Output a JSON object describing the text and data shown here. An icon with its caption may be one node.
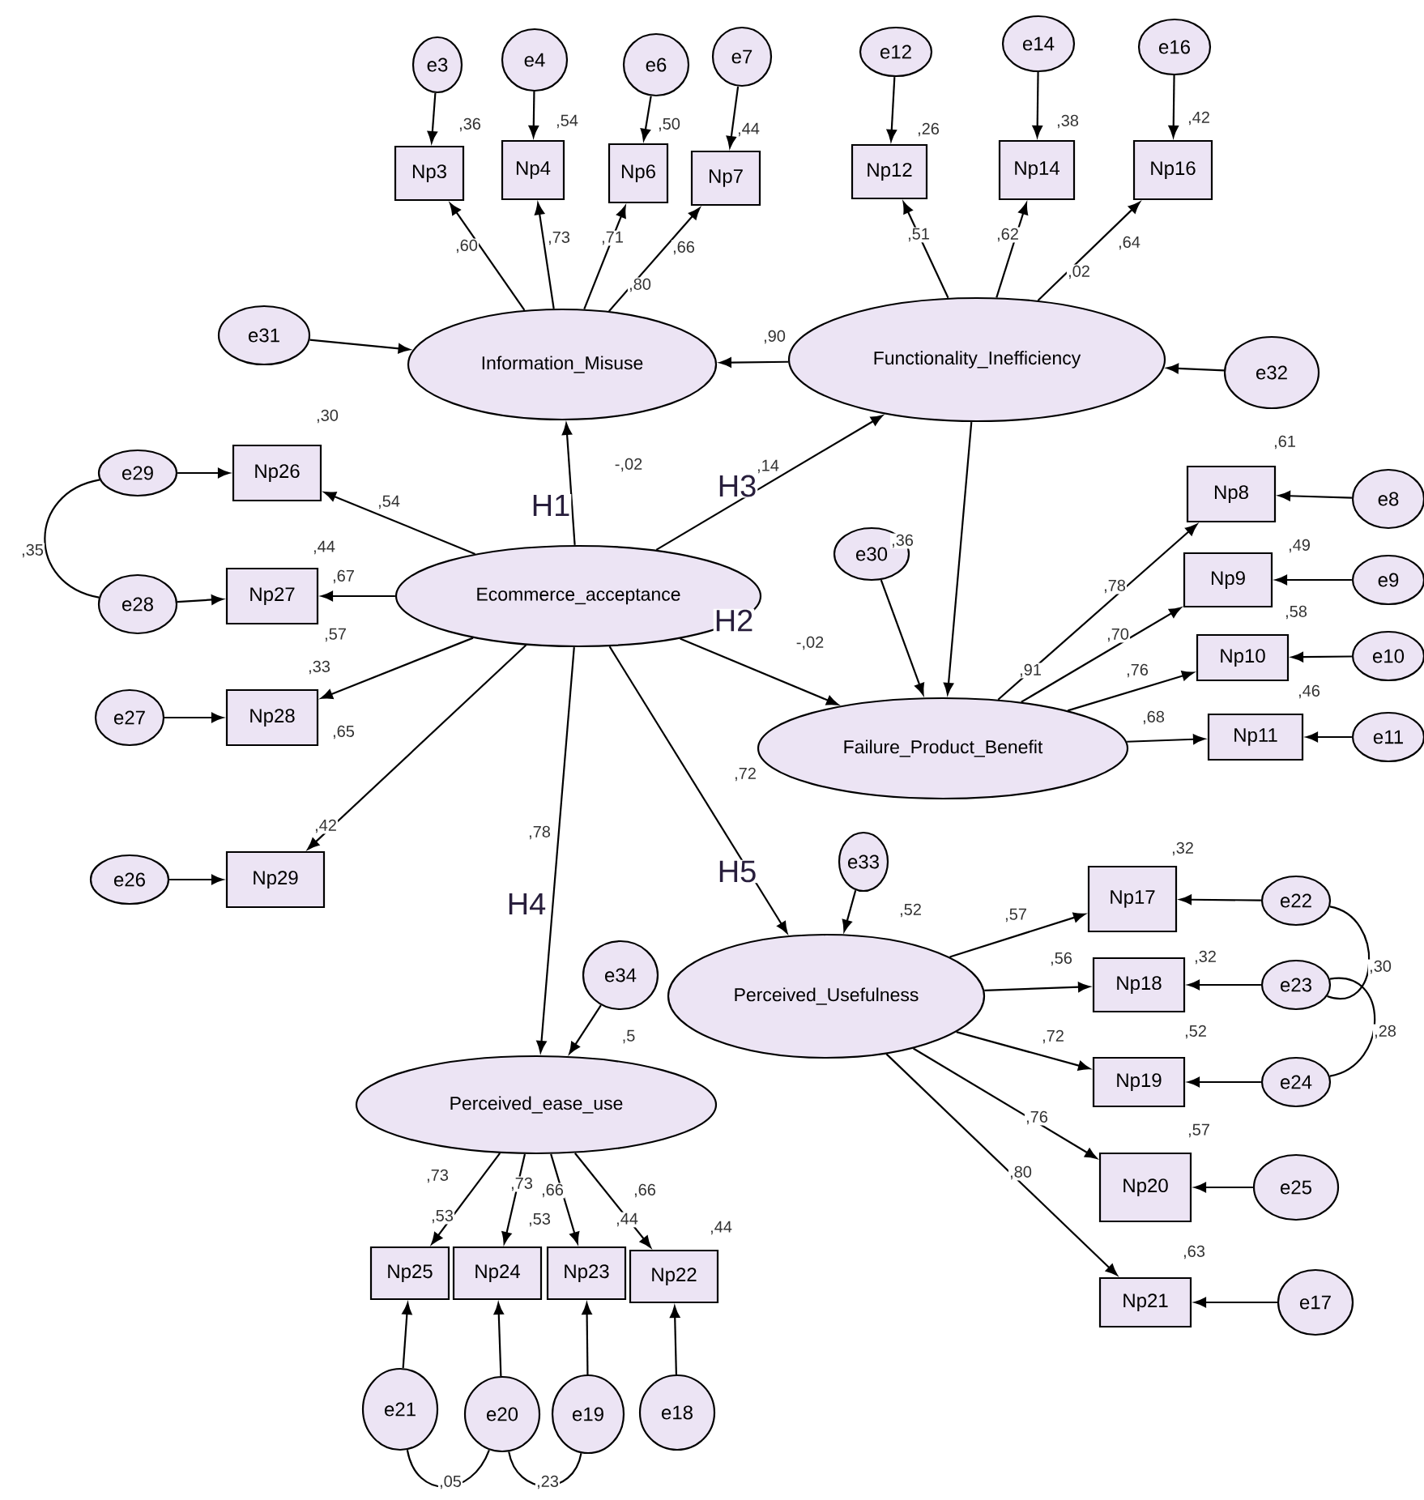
{
  "diagram": {
    "nodes": [
      {
        "text": [
          "Information_Misuse"
        ],
        "beside": [
          ",80"
        ]
      },
      {
        "text": [
          "Functionality_Inefficiency"
        ],
        "beside": [
          ",02"
        ]
      },
      {
        "text": [
          "Ecommerce_acceptance"
        ]
      },
      {
        "text": [
          "Failure_Product_Benefit"
        ],
        "beside": [
          ",91"
        ]
      },
      {
        "text": [
          "Perceived_Usefulness"
        ],
        "beside": [
          ",52"
        ]
      },
      {
        "text": [
          "Perceived_ease_use"
        ],
        "beside": [
          ",5"
        ]
      },
      {
        "text": [
          "Np3"
        ],
        "beside": [
          ",36"
        ]
      },
      {
        "text": [
          "Np4"
        ],
        "beside": [
          ",54"
        ]
      },
      {
        "text": [
          "Np6"
        ],
        "beside": [
          ",50"
        ]
      },
      {
        "text": [
          "Np7"
        ],
        "beside": [
          ",44"
        ]
      },
      {
        "text": [
          "Np12"
        ],
        "beside": [
          ",26"
        ]
      },
      {
        "text": [
          "Np14"
        ],
        "beside": [
          ",38"
        ]
      },
      {
        "text": [
          "Np16"
        ],
        "beside": [
          ",42"
        ]
      },
      {
        "text": [
          "Np26"
        ],
        "beside": [
          ",30"
        ]
      },
      {
        "text": [
          "Np27"
        ],
        "beside": [
          ",44"
        ]
      },
      {
        "text": [
          "Np28"
        ],
        "beside": [
          ",33"
        ]
      },
      {
        "text": [
          "Np29"
        ],
        "beside": [
          ",42"
        ]
      },
      {
        "text": [
          "Np8"
        ],
        "beside": [
          ",61"
        ]
      },
      {
        "text": [
          "Np9"
        ],
        "beside": [
          ",49"
        ]
      },
      {
        "text": [
          "Np10"
        ],
        "beside": [
          ",58"
        ]
      },
      {
        "text": [
          "Np11"
        ],
        "beside": [
          ",46"
        ]
      },
      {
        "text": [
          "Np17"
        ],
        "beside": [
          ",32"
        ]
      },
      {
        "text": [
          "Np18"
        ],
        "beside": [
          ",32"
        ]
      },
      {
        "text": [
          "Np19"
        ],
        "beside": [
          ",52"
        ]
      },
      {
        "text": [
          "Np20"
        ],
        "beside": [
          ",57"
        ]
      },
      {
        "text": [
          "Np21"
        ],
        "beside": [
          ",63"
        ]
      },
      {
        "text": [
          "Np25"
        ],
        "beside": [
          ",53"
        ]
      },
      {
        "text": [
          "Np24"
        ],
        "beside": [
          ",53"
        ]
      },
      {
        "text": [
          "Np23"
        ],
        "beside": [
          ",44"
        ]
      },
      {
        "text": [
          "Np22"
        ],
        "beside": [
          ",44"
        ]
      },
      {
        "text": [
          "e3"
        ]
      },
      {
        "text": [
          "e4"
        ]
      },
      {
        "text": [
          "e6"
        ]
      },
      {
        "text": [
          "e7"
        ]
      },
      {
        "text": [
          "e12"
        ]
      },
      {
        "text": [
          "e14"
        ]
      },
      {
        "text": [
          "e16"
        ]
      },
      {
        "text": [
          "e31"
        ]
      },
      {
        "text": [
          "e32"
        ]
      },
      {
        "text": [
          "e29"
        ]
      },
      {
        "text": [
          "e28"
        ]
      },
      {
        "text": [
          "e27"
        ]
      },
      {
        "text": [
          "e26"
        ]
      },
      {
        "text": [
          "e30"
        ]
      },
      {
        "text": [
          "e8"
        ]
      },
      {
        "text": [
          "e9"
        ]
      },
      {
        "text": [
          "e10"
        ]
      },
      {
        "text": [
          "e11"
        ]
      },
      {
        "text": [
          "e33"
        ]
      },
      {
        "text": [
          "e34"
        ]
      },
      {
        "text": [
          "e22"
        ]
      },
      {
        "text": [
          "e23"
        ]
      },
      {
        "text": [
          "e24"
        ]
      },
      {
        "text": [
          "e25"
        ]
      },
      {
        "text": [
          "e17"
        ]
      },
      {
        "text": [
          "e21"
        ]
      },
      {
        "text": [
          "e20"
        ]
      },
      {
        "text": [
          "e19"
        ]
      },
      {
        "text": [
          "e18"
        ]
      }
    ],
    "edges": [
      {
        "from": 0,
        "to": 6,
        "arrow": "to",
        "label": ",60"
      },
      {
        "from": 0,
        "to": 7,
        "arrow": "to",
        "label": ",73"
      },
      {
        "from": 0,
        "to": 8,
        "arrow": "to",
        "label": ",71"
      },
      {
        "from": 0,
        "to": 9,
        "arrow": "to",
        "label": ",66"
      },
      {
        "from": 1,
        "to": 10,
        "arrow": "to",
        "label": ",51"
      },
      {
        "from": 1,
        "to": 11,
        "arrow": "to",
        "label": ",62"
      },
      {
        "from": 1,
        "to": 12,
        "arrow": "to",
        "label": ",64"
      },
      {
        "from": 2,
        "to": 13,
        "arrow": "to",
        "label": ",54"
      },
      {
        "from": 2,
        "to": 14,
        "arrow": "to",
        "label": ",67"
      },
      {
        "from": 2,
        "to": 15,
        "arrow": "to",
        "label": ",57"
      },
      {
        "from": 2,
        "to": 16,
        "arrow": "to",
        "label": ",65"
      },
      {
        "from": 3,
        "to": 17,
        "arrow": "to",
        "label": ",78"
      },
      {
        "from": 3,
        "to": 18,
        "arrow": "to",
        "label": ",70"
      },
      {
        "from": 3,
        "to": 19,
        "arrow": "to",
        "label": ",76"
      },
      {
        "from": 3,
        "to": 20,
        "arrow": "to",
        "label": ",68"
      },
      {
        "from": 4,
        "to": 21,
        "arrow": "to",
        "label": ",57"
      },
      {
        "from": 4,
        "to": 22,
        "arrow": "to",
        "label": ",56"
      },
      {
        "from": 4,
        "to": 23,
        "arrow": "to",
        "label": ",72"
      },
      {
        "from": 4,
        "to": 24,
        "arrow": "to",
        "label": ",76"
      },
      {
        "from": 4,
        "to": 25,
        "arrow": "to",
        "label": ",80"
      },
      {
        "from": 5,
        "to": 26,
        "arrow": "to",
        "label": ",73"
      },
      {
        "from": 5,
        "to": 27,
        "arrow": "to",
        "label": ",73"
      },
      {
        "from": 5,
        "to": 28,
        "arrow": "to",
        "label": ",66"
      },
      {
        "from": 5,
        "to": 29,
        "arrow": "to",
        "label": ",66"
      },
      {
        "from": 2,
        "to": 0,
        "arrow": "to",
        "label": "-,02"
      },
      {
        "from": 1,
        "to": 0,
        "arrow": "to",
        "label": ",90"
      },
      {
        "from": 2,
        "to": 1,
        "arrow": "to",
        "label": ",14"
      },
      {
        "from": 1,
        "to": 3,
        "arrow": "to",
        "label": ",36"
      },
      {
        "from": 2,
        "to": 3,
        "arrow": "to",
        "label": "-,02"
      },
      {
        "from": 2,
        "to": 4,
        "arrow": "to",
        "label": ",72"
      },
      {
        "from": 2,
        "to": 5,
        "arrow": "to",
        "label": ",78"
      },
      {
        "from": 30,
        "to": 6,
        "arrow": "to"
      },
      {
        "from": 31,
        "to": 7,
        "arrow": "to"
      },
      {
        "from": 32,
        "to": 8,
        "arrow": "to"
      },
      {
        "from": 33,
        "to": 9,
        "arrow": "to"
      },
      {
        "from": 34,
        "to": 10,
        "arrow": "to"
      },
      {
        "from": 35,
        "to": 11,
        "arrow": "to"
      },
      {
        "from": 36,
        "to": 12,
        "arrow": "to"
      },
      {
        "from": 37,
        "to": 0,
        "arrow": "to"
      },
      {
        "from": 38,
        "to": 1,
        "arrow": "to"
      },
      {
        "from": 39,
        "to": 13,
        "arrow": "to"
      },
      {
        "from": 40,
        "to": 14,
        "arrow": "to"
      },
      {
        "from": 41,
        "to": 15,
        "arrow": "to"
      },
      {
        "from": 42,
        "to": 16,
        "arrow": "to"
      },
      {
        "from": 43,
        "to": 3,
        "arrow": "to"
      },
      {
        "from": 44,
        "to": 17,
        "arrow": "to"
      },
      {
        "from": 45,
        "to": 18,
        "arrow": "to"
      },
      {
        "from": 46,
        "to": 19,
        "arrow": "to"
      },
      {
        "from": 47,
        "to": 20,
        "arrow": "to"
      },
      {
        "from": 48,
        "to": 4,
        "arrow": "to"
      },
      {
        "from": 49,
        "to": 5,
        "arrow": "to"
      },
      {
        "from": 50,
        "to": 21,
        "arrow": "to"
      },
      {
        "from": 51,
        "to": 22,
        "arrow": "to"
      },
      {
        "from": 52,
        "to": 23,
        "arrow": "to"
      },
      {
        "from": 53,
        "to": 24,
        "arrow": "to"
      },
      {
        "from": 54,
        "to": 25,
        "arrow": "to"
      },
      {
        "from": 55,
        "to": 26,
        "arrow": "to"
      },
      {
        "from": 56,
        "to": 27,
        "arrow": "to"
      },
      {
        "from": 57,
        "to": 28,
        "arrow": "to"
      },
      {
        "from": 58,
        "to": 29,
        "arrow": "to"
      },
      {
        "from": 39,
        "to": 40,
        "arrow": "none",
        "label": ",35"
      },
      {
        "from": 50,
        "to": 51,
        "arrow": "none",
        "label": ",30"
      },
      {
        "from": 51,
        "to": 52,
        "arrow": "none",
        "label": ",28"
      },
      {
        "from": 55,
        "to": 56,
        "arrow": "none",
        "label": ",05"
      },
      {
        "from": 56,
        "to": 57,
        "arrow": "none",
        "label": ",23"
      }
    ],
    "labels": [
      "H1",
      "H3",
      "H2",
      "H5",
      "H4"
    ]
  }
}
